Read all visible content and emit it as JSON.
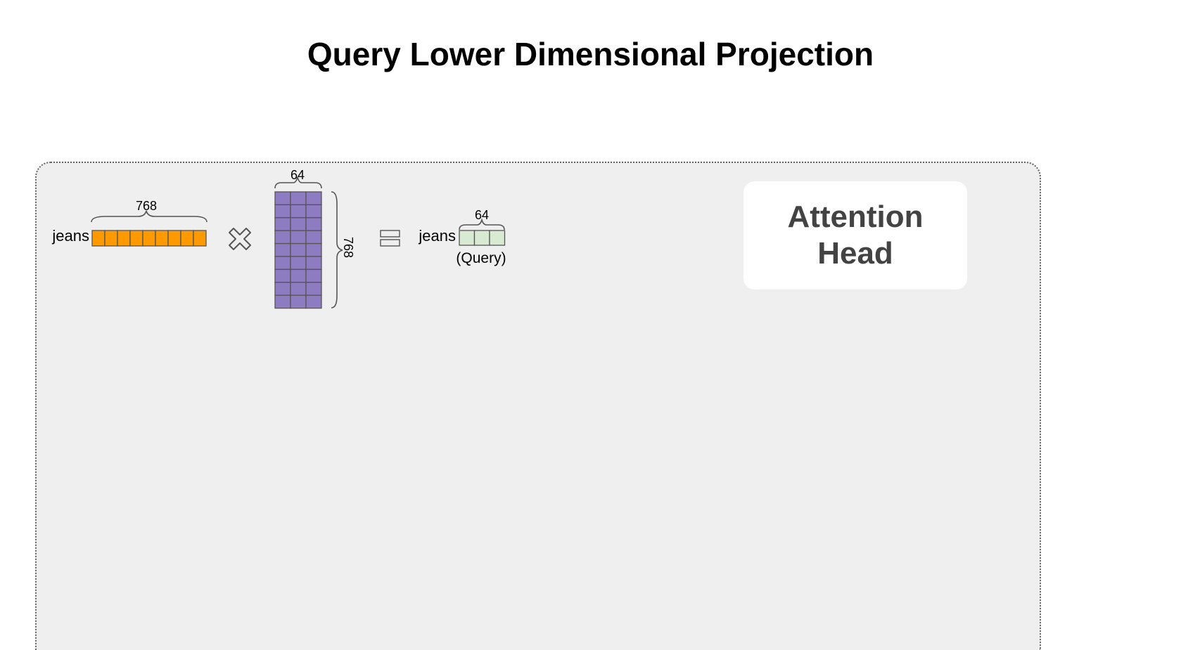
{
  "title": "Query Lower Dimensional Projection",
  "input": {
    "token": "jeans",
    "dim_label": "768",
    "cells": 9,
    "color": "#ff9900"
  },
  "weights": {
    "cols_label": "64",
    "rows_label": "768",
    "cols": 3,
    "rows": 9,
    "color": "#8e7cc3"
  },
  "output": {
    "token": "jeans",
    "dim_label": "64",
    "sub_label": "(Query)",
    "cells": 3,
    "color": "#d9ead3"
  },
  "attention_head": {
    "label": "Attention Head"
  }
}
